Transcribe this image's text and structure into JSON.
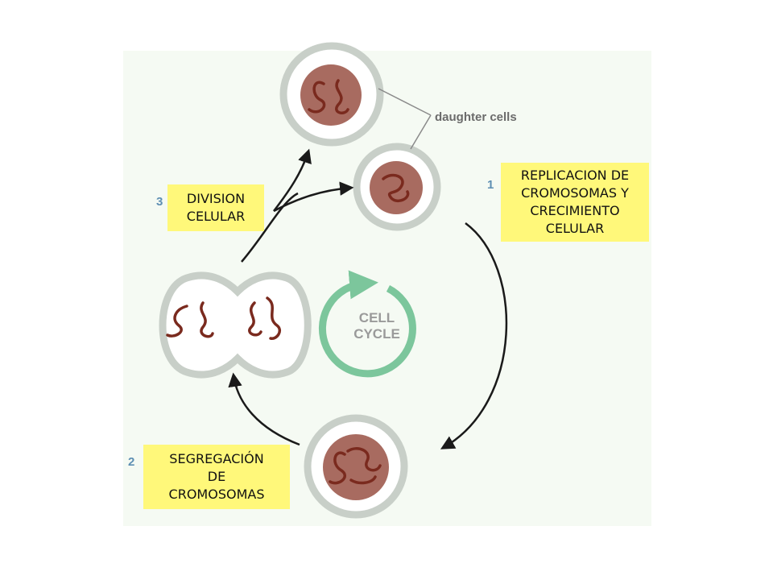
{
  "figure": {
    "daughter_cells_label": "daughter cells",
    "cycle_center": [
      "CELL",
      "CYCLE"
    ],
    "colors": {
      "panel": "#f5faf3",
      "membrane": "#c8cfc8",
      "nucleus": "#a86b60",
      "chromosome": "#7a2a1e",
      "arrow": "#1a1a1a",
      "cycle_arrow": "#7cc69c",
      "label_bg": "#fff87a",
      "step_number": "#5e8fb3"
    }
  },
  "stages": [
    {
      "number": "1",
      "label": [
        "REPLICACION DE",
        "CROMOSOMAS Y",
        "CRECIMIENTO",
        "CELULAR"
      ]
    },
    {
      "number": "2",
      "label": [
        "SEGREGACIÓN",
        "DE",
        "CROMOSOMAS"
      ]
    },
    {
      "number": "3",
      "label": [
        "DIVISION",
        "CELULAR"
      ]
    }
  ]
}
